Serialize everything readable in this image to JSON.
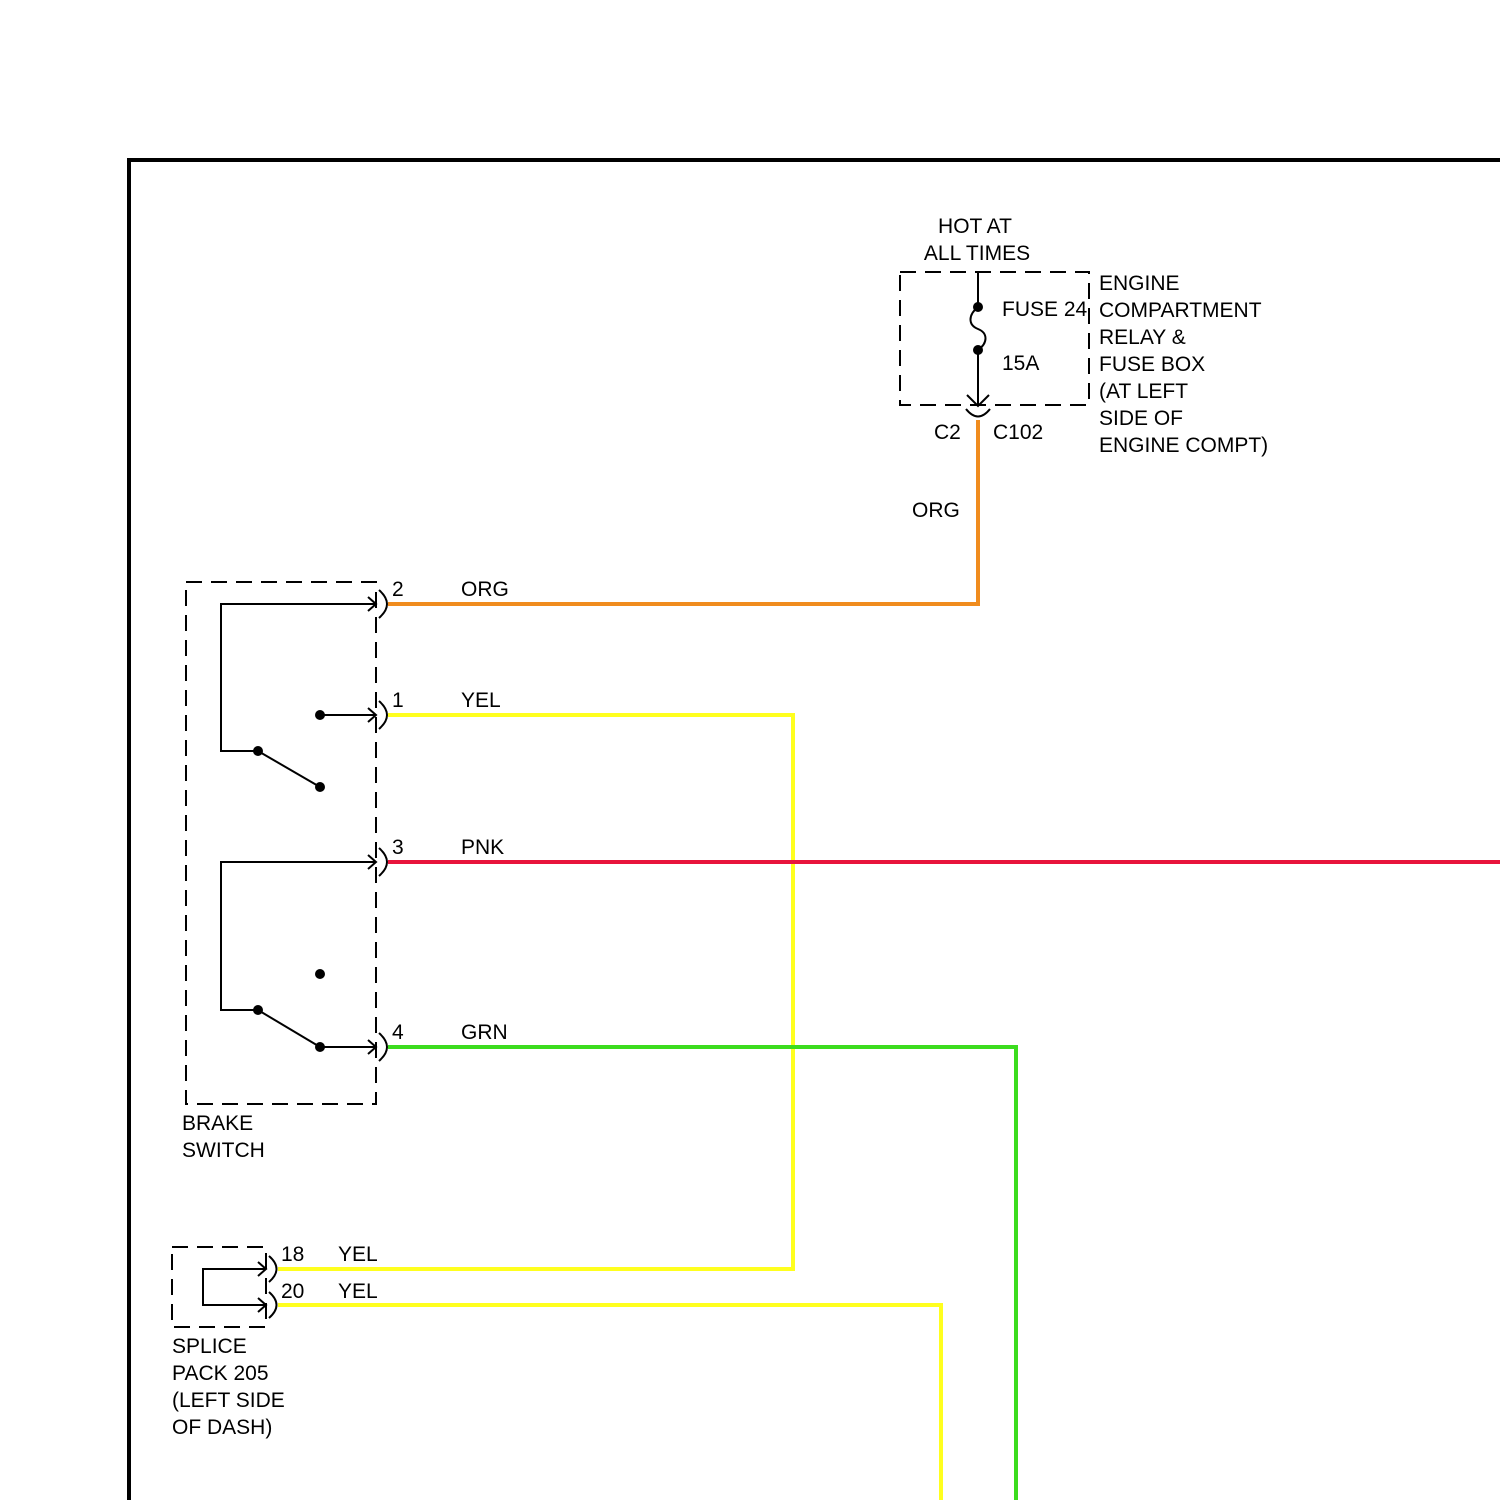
{
  "colors": {
    "org": "#f08c1e",
    "yel": "#ffff1e",
    "pnk": "#e8143c",
    "grn": "#3cdc1e"
  },
  "fuse_box": {
    "hot_line1": "HOT AT",
    "hot_line2": "ALL TIMES",
    "fuse_name": "FUSE 24",
    "fuse_rating": "15A",
    "connector_pin": "C2",
    "connector_name": "C102",
    "label_lines": [
      "ENGINE",
      "COMPARTMENT",
      "RELAY &",
      "FUSE BOX",
      "(AT LEFT",
      "SIDE OF",
      "ENGINE COMPT)"
    ]
  },
  "wires": {
    "fuse_to_switch": "ORG"
  },
  "brake_switch": {
    "label_line1": "BRAKE",
    "label_line2": "SWITCH",
    "pins": [
      {
        "pin": "2",
        "color_label": "ORG"
      },
      {
        "pin": "1",
        "color_label": "YEL"
      },
      {
        "pin": "3",
        "color_label": "PNK"
      },
      {
        "pin": "4",
        "color_label": "GRN"
      }
    ]
  },
  "splice_pack": {
    "label_lines": [
      "SPLICE",
      "PACK 205",
      "(LEFT SIDE",
      "OF DASH)"
    ],
    "pins": [
      {
        "pin": "18",
        "color_label": "YEL"
      },
      {
        "pin": "20",
        "color_label": "YEL"
      }
    ]
  }
}
